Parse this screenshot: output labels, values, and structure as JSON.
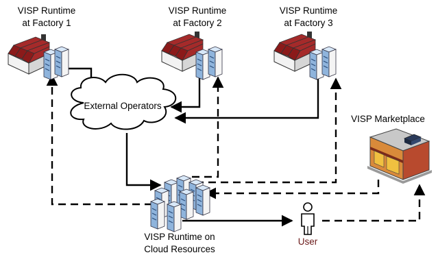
{
  "factories": [
    {
      "label_line1": "VISP Runtime",
      "label_line2": "at Factory 1"
    },
    {
      "label_line1": "VISP Runtime",
      "label_line2": "at Factory 2"
    },
    {
      "label_line1": "VISP Runtime",
      "label_line2": "at Factory 3"
    }
  ],
  "external_operators": {
    "label": "External Operators"
  },
  "marketplace": {
    "label": "VISP Marketplace"
  },
  "cloud": {
    "label_line1": "VISP Runtime on",
    "label_line2": "Cloud Resources"
  },
  "user": {
    "label": "User"
  },
  "colors": {
    "roof": "#8b1a1a",
    "server": "#8fb4dc",
    "user_label": "#6b1a1a"
  }
}
